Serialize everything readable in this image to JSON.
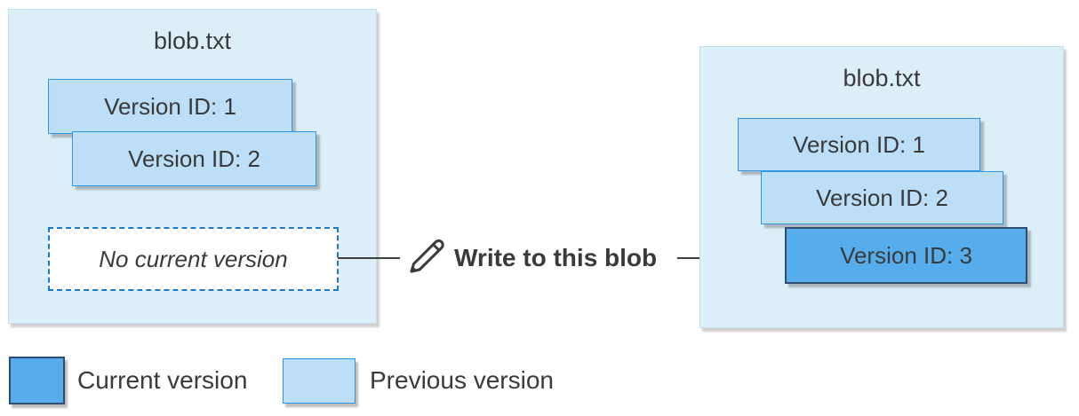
{
  "colors": {
    "container_bg": "#DCEFF9",
    "previous_fill": "#BDDEF7",
    "previous_border": "#2E96E0",
    "current_fill": "#57ADEB",
    "current_border": "#2F4D6E",
    "dashed_border": "#1779D0",
    "text": "#3A3A3A",
    "arrow": "#404040"
  },
  "left_blob": {
    "title": "blob.txt",
    "versions": [
      {
        "label": "Version ID: 1",
        "state": "previous"
      },
      {
        "label": "Version ID: 2",
        "state": "previous"
      }
    ],
    "no_current_label": "No current version"
  },
  "action": {
    "label": "Write to this blob",
    "icon": "pencil-icon"
  },
  "right_blob": {
    "title": "blob.txt",
    "versions": [
      {
        "label": "Version ID: 1",
        "state": "previous"
      },
      {
        "label": "Version ID: 2",
        "state": "previous"
      },
      {
        "label": "Version ID: 3",
        "state": "current"
      }
    ]
  },
  "legend": {
    "current": {
      "label": "Current version",
      "swatch_color": "#57ADEB"
    },
    "previous": {
      "label": "Previous version",
      "swatch_color": "#BDDEF7"
    }
  }
}
